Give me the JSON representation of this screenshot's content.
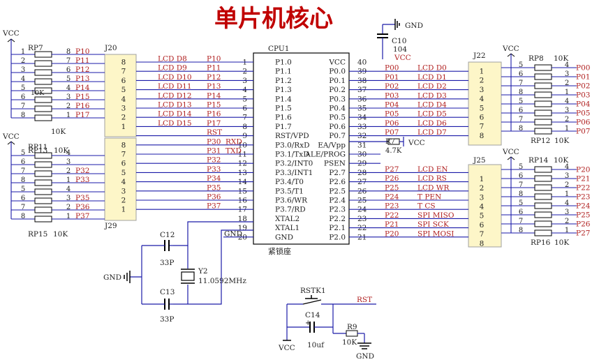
{
  "title": "单片机核心",
  "colors": {
    "wire": "#1a1aa8",
    "text": "#222222",
    "red": "#b02020",
    "comp": "#000000",
    "header_fill": "#fdf6c8",
    "header_stroke": "#a0a0a0"
  },
  "cpu": {
    "ref": "CPU1",
    "footer": "紧锁座",
    "left_pins": [
      {
        "n": "1",
        "name": "P1.0"
      },
      {
        "n": "2",
        "name": "P1.1"
      },
      {
        "n": "3",
        "name": "P1.2"
      },
      {
        "n": "4",
        "name": "P1.3"
      },
      {
        "n": "5",
        "name": "P1.4"
      },
      {
        "n": "6",
        "name": "P1.5"
      },
      {
        "n": "7",
        "name": "P1.6"
      },
      {
        "n": "8",
        "name": "P1.7"
      },
      {
        "n": "9",
        "name": "RST/VPD"
      },
      {
        "n": "10",
        "name": "P3.0/RxD"
      },
      {
        "n": "11",
        "name": "P3.1/TxD"
      },
      {
        "n": "12",
        "name": "P3.2/INT0"
      },
      {
        "n": "13",
        "name": "P3.3/INT1"
      },
      {
        "n": "14",
        "name": "P3.4/T0"
      },
      {
        "n": "15",
        "name": "P3.5/T1"
      },
      {
        "n": "16",
        "name": "P3.6/WR"
      },
      {
        "n": "17",
        "name": "P3.7/RD"
      },
      {
        "n": "18",
        "name": "XTAL2"
      },
      {
        "n": "19",
        "name": "XTAL1"
      },
      {
        "n": "20",
        "name": "GND"
      }
    ],
    "right_pins": [
      {
        "n": "40",
        "name": "VCC"
      },
      {
        "n": "39",
        "name": "P0.0"
      },
      {
        "n": "38",
        "name": "P0.1"
      },
      {
        "n": "37",
        "name": "P0.2"
      },
      {
        "n": "36",
        "name": "P0.3"
      },
      {
        "n": "35",
        "name": "P0.4"
      },
      {
        "n": "34",
        "name": "P0.5"
      },
      {
        "n": "33",
        "name": "P0.6"
      },
      {
        "n": "32",
        "name": "P0.7"
      },
      {
        "n": "31",
        "name": "EA/Vpp"
      },
      {
        "n": "30",
        "name": "ALE/PROG"
      },
      {
        "n": "29",
        "name": "PSEN"
      },
      {
        "n": "28",
        "name": "P2.7"
      },
      {
        "n": "27",
        "name": "P2.6"
      },
      {
        "n": "26",
        "name": "P2.5"
      },
      {
        "n": "25",
        "name": "P2.4"
      },
      {
        "n": "24",
        "name": "P2.3"
      },
      {
        "n": "23",
        "name": "P2.2"
      },
      {
        "n": "22",
        "name": "P2.1"
      },
      {
        "n": "21",
        "name": "P2.0"
      }
    ]
  },
  "left_nets": [
    {
      "func": "LCD D8",
      "port": "P10"
    },
    {
      "func": "LCD D9",
      "port": "P11"
    },
    {
      "func": "LCD D10",
      "port": "P12"
    },
    {
      "func": "LCD D11",
      "port": "P13"
    },
    {
      "func": "LCD D12",
      "port": "P14"
    },
    {
      "func": "LCD D13",
      "port": "P15"
    },
    {
      "func": "LCD D14",
      "port": "P16"
    },
    {
      "func": "LCD D15",
      "port": "P17"
    },
    {
      "func": "",
      "port": "RST"
    },
    {
      "func": "RXD",
      "port": "P30"
    },
    {
      "func": "TXD",
      "port": "P31"
    },
    {
      "func": "",
      "port": "P32"
    },
    {
      "func": "",
      "port": "P33"
    },
    {
      "func": "",
      "port": "P34"
    },
    {
      "func": "",
      "port": "P35"
    },
    {
      "func": "",
      "port": "P36"
    },
    {
      "func": "",
      "port": "P37"
    },
    {
      "func": "",
      "port": ""
    },
    {
      "func": "",
      "port": ""
    },
    {
      "func": "",
      "port": "GND"
    }
  ],
  "right_nets": [
    {
      "port": "VCC",
      "func": ""
    },
    {
      "port": "P00",
      "func": "LCD D0"
    },
    {
      "port": "P01",
      "func": "LCD D1"
    },
    {
      "port": "P02",
      "func": "LCD D2"
    },
    {
      "port": "P03",
      "func": "LCD D3"
    },
    {
      "port": "P04",
      "func": "LCD D4"
    },
    {
      "port": "P05",
      "func": "LCD D5"
    },
    {
      "port": "P06",
      "func": "LCD D6"
    },
    {
      "port": "P07",
      "func": "LCD D7"
    },
    {
      "port": "",
      "func": ""
    },
    {
      "port": "",
      "func": ""
    },
    {
      "port": "",
      "func": ""
    },
    {
      "port": "P27",
      "func": "LCD EN"
    },
    {
      "port": "P26",
      "func": "LCD RS"
    },
    {
      "port": "P25",
      "func": "LCD WR"
    },
    {
      "port": "P24",
      "func": "T PEN"
    },
    {
      "port": "P23",
      "func": "T CS"
    },
    {
      "port": "P22",
      "func": "SPI MISO"
    },
    {
      "port": "P21",
      "func": "SPI SCK"
    },
    {
      "port": "P20",
      "func": "SPI MOSI"
    }
  ],
  "headers": [
    {
      "ref": "J20",
      "pins": [
        "8",
        "7",
        "6",
        "5",
        "4",
        "3",
        "2",
        "1"
      ]
    },
    {
      "ref": "J29",
      "pins": [
        "8",
        "7",
        "6",
        "5",
        "4",
        "3",
        "2",
        "1"
      ]
    },
    {
      "ref": "J22",
      "pins": [
        "1",
        "2",
        "3",
        "4",
        "5",
        "6",
        "7",
        "8"
      ]
    },
    {
      "ref": "J25",
      "pins": [
        "1",
        "2",
        "3",
        "4",
        "5",
        "6",
        "7",
        "8"
      ]
    }
  ],
  "rpacks": {
    "RP7": {
      "ref": "RP7",
      "value": "10K",
      "value2": "10K",
      "vcc": "VCC",
      "left": [
        "1",
        "2",
        "3",
        "4",
        "5",
        "6",
        "7",
        "8"
      ],
      "right": [
        "8",
        "7",
        "6",
        "5",
        "4",
        "3",
        "2",
        "1"
      ],
      "nets": [
        "P10",
        "P11",
        "P12",
        "P13",
        "P14",
        "P15",
        "P16",
        "P17"
      ]
    },
    "RP11": {
      "ref": "RP11",
      "vcc": "VCC"
    },
    "RP13": {
      "ref": "RP13",
      "value": "10K",
      "left": [
        "5",
        "6",
        "7",
        "8",
        "5",
        "6",
        "7",
        "8"
      ],
      "right": [
        "4",
        "3",
        "2",
        "1",
        "4",
        "3",
        "2",
        "1"
      ],
      "nets": [
        "",
        "",
        "P32",
        "P33",
        "",
        "P35",
        "P36",
        "P37"
      ]
    },
    "RP15": {
      "ref": "RP15",
      "value": "10K"
    },
    "RP8": {
      "ref": "RP8",
      "value": "10K",
      "vcc": "VCC",
      "left": [
        "5",
        "6",
        "7",
        "8",
        "5",
        "6",
        "7",
        "8"
      ],
      "right": [
        "4",
        "3",
        "2",
        "1",
        "4",
        "3",
        "2",
        "1"
      ],
      "nets": [
        "P00",
        "P01",
        "P02",
        "P03",
        "P04",
        "P05",
        "P06",
        "P07"
      ]
    },
    "RP12": {
      "ref": "RP12",
      "value": "10K"
    },
    "RP14": {
      "ref": "RP14",
      "value": "10K",
      "vcc": "VCC",
      "left": [
        "5",
        "6",
        "7",
        "8",
        "5",
        "6",
        "7",
        "8"
      ],
      "right": [
        "4",
        "3",
        "2",
        "1",
        "4",
        "3",
        "2",
        "1"
      ],
      "nets": [
        "P20",
        "P21",
        "P22",
        "P23",
        "P24",
        "P25",
        "P26",
        "P27"
      ]
    },
    "RP16": {
      "ref": "RP16",
      "value": "10K"
    }
  },
  "c10": {
    "ref": "C10",
    "value": "104",
    "gnd": "GND",
    "vcc": "VCC"
  },
  "r7": {
    "ref": "R7",
    "value": "4.7K",
    "vcc": "VCC"
  },
  "crystal": {
    "c12": "C12",
    "c12v": "33P",
    "c13": "C13",
    "c13v": "33P",
    "y": "Y2",
    "yv": "11.0592MHz",
    "gnd": "GND"
  },
  "reset": {
    "sw": "RSTK1",
    "net": "RST",
    "c": "C14",
    "cv": "10uf",
    "r": "R9",
    "rv": "10K",
    "vcc": "VCC",
    "gnd": "GND"
  }
}
